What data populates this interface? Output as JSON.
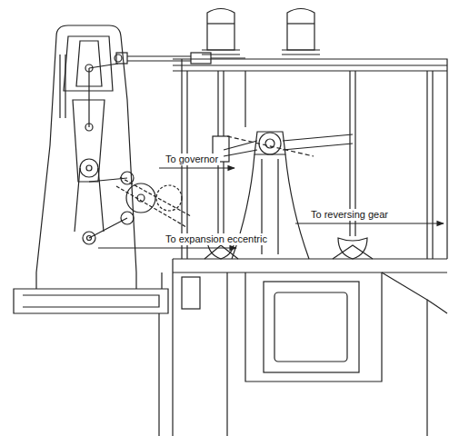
{
  "diagram": {
    "labels": [
      "To governor",
      "To expansion eccentric",
      "To reversing gear"
    ]
  }
}
